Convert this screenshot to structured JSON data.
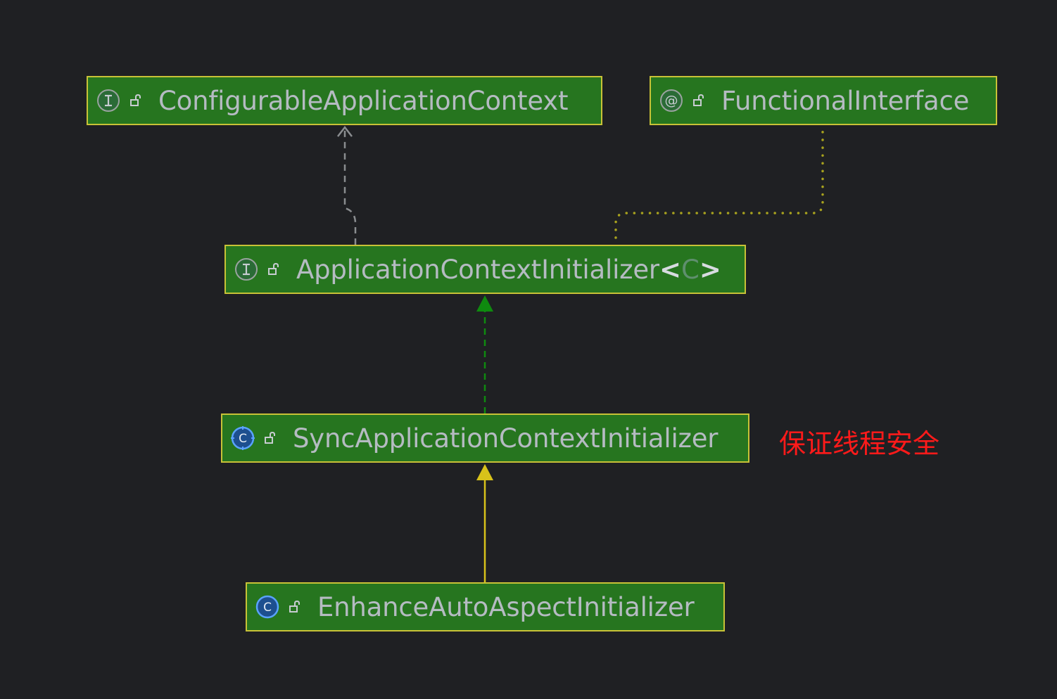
{
  "diagram": {
    "nodes": {
      "configurable": {
        "kind": "interface",
        "kind_icon": "interface-icon",
        "label": "ConfigurableApplicationContext"
      },
      "functional": {
        "kind": "annotation",
        "kind_icon": "annotation-icon",
        "label": "FunctionalInterface"
      },
      "initializer": {
        "kind": "interface",
        "kind_icon": "interface-icon",
        "label": "ApplicationContextInitializer",
        "generic_open": "<",
        "type_param": "C",
        "generic_close": ">"
      },
      "sync": {
        "kind": "class",
        "kind_icon": "class-icon",
        "label": "SyncApplicationContextInitializer"
      },
      "enhance": {
        "kind": "class",
        "kind_icon": "class-icon",
        "label": "EnhanceAutoAspectInitializer"
      }
    },
    "edges": [
      {
        "from": "initializer",
        "to": "configurable",
        "style": "dashed-gray",
        "arrow": "open"
      },
      {
        "from": "initializer",
        "to": "functional",
        "style": "dotted-olive",
        "arrow": "none"
      },
      {
        "from": "sync",
        "to": "initializer",
        "style": "dashed-green",
        "arrow": "filled"
      },
      {
        "from": "enhance",
        "to": "sync",
        "style": "solid-yellow",
        "arrow": "filled"
      }
    ],
    "annotation": "保证线程安全"
  },
  "colors": {
    "background": "#1f2023",
    "node_fill": "#26751f",
    "node_border": "#c8c237",
    "node_text": "#b5bbc2",
    "annotation": "#ff1a1a",
    "implements_edge": "#0f8a0f",
    "extends_edge": "#d8c21a",
    "dependency_edge": "#8a8d90",
    "annotation_edge": "#a8a21e"
  }
}
